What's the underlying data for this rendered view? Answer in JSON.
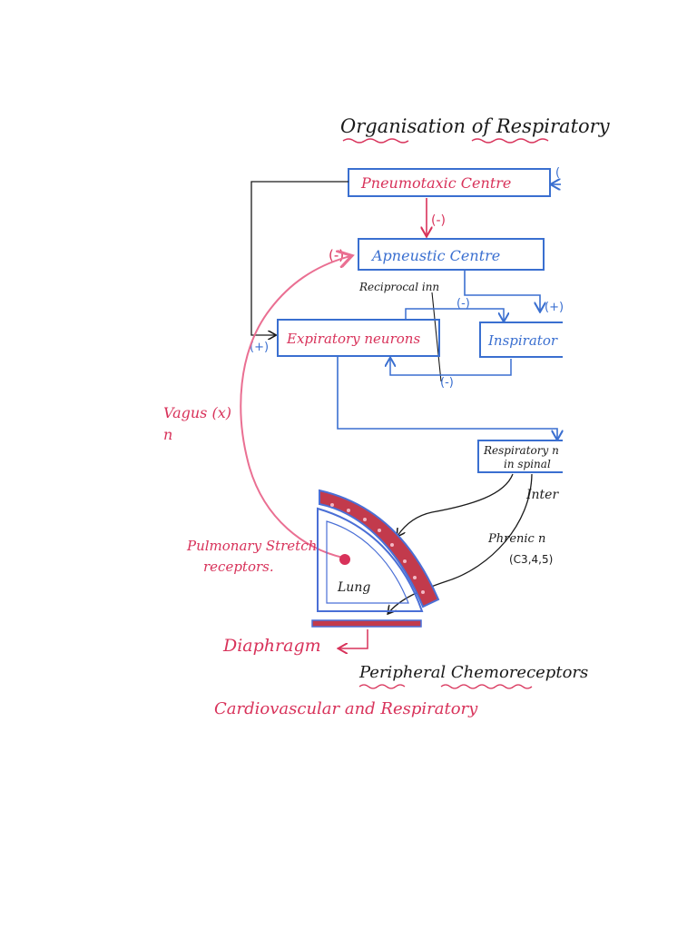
{
  "diagram": {
    "title": "Organisation of Respiratory",
    "boxes": {
      "pneumotaxic": "Pneumotaxic Centre",
      "apneustic": "Apneustic Centre",
      "expiratory": "Expiratory neurons",
      "inspiratory": "Inspirator",
      "spinal_line1": "Respiratory n",
      "spinal_line2": "in spinal"
    },
    "signs": {
      "pneumo_to_apneustic": "(-)",
      "vagus_on_apneustic": "(-)",
      "to_expiratory": "(+)",
      "reciprocal_top": "(-)",
      "to_inspiratory": "(+)",
      "reciprocal_bottom": "(-)",
      "pneumotaxic_right": "("
    },
    "labels": {
      "reciprocal": "Reciprocal inn",
      "vagus_line1": "Vagus (x)",
      "vagus_line2": "n",
      "intercostal": "Inter",
      "phrenic_line1": "Phrenic n",
      "phrenic_line2": "(C3,4,5)",
      "stretch_line1": "Pulmonary Stretch",
      "stretch_line2": "receptors.",
      "lung": "Lung",
      "diaphragm": "Diaphragm",
      "peripheral": "Peripheral Chemoreceptors",
      "footer": "Cardiovascular and Respiratory"
    },
    "colors": {
      "blue": "#3a6fd0",
      "red": "#d8325a",
      "pink": "#ea6f92",
      "ink": "#1a1a1a",
      "lung_wall": "#c23a4c",
      "lung_outline": "#4a6fd6"
    }
  }
}
